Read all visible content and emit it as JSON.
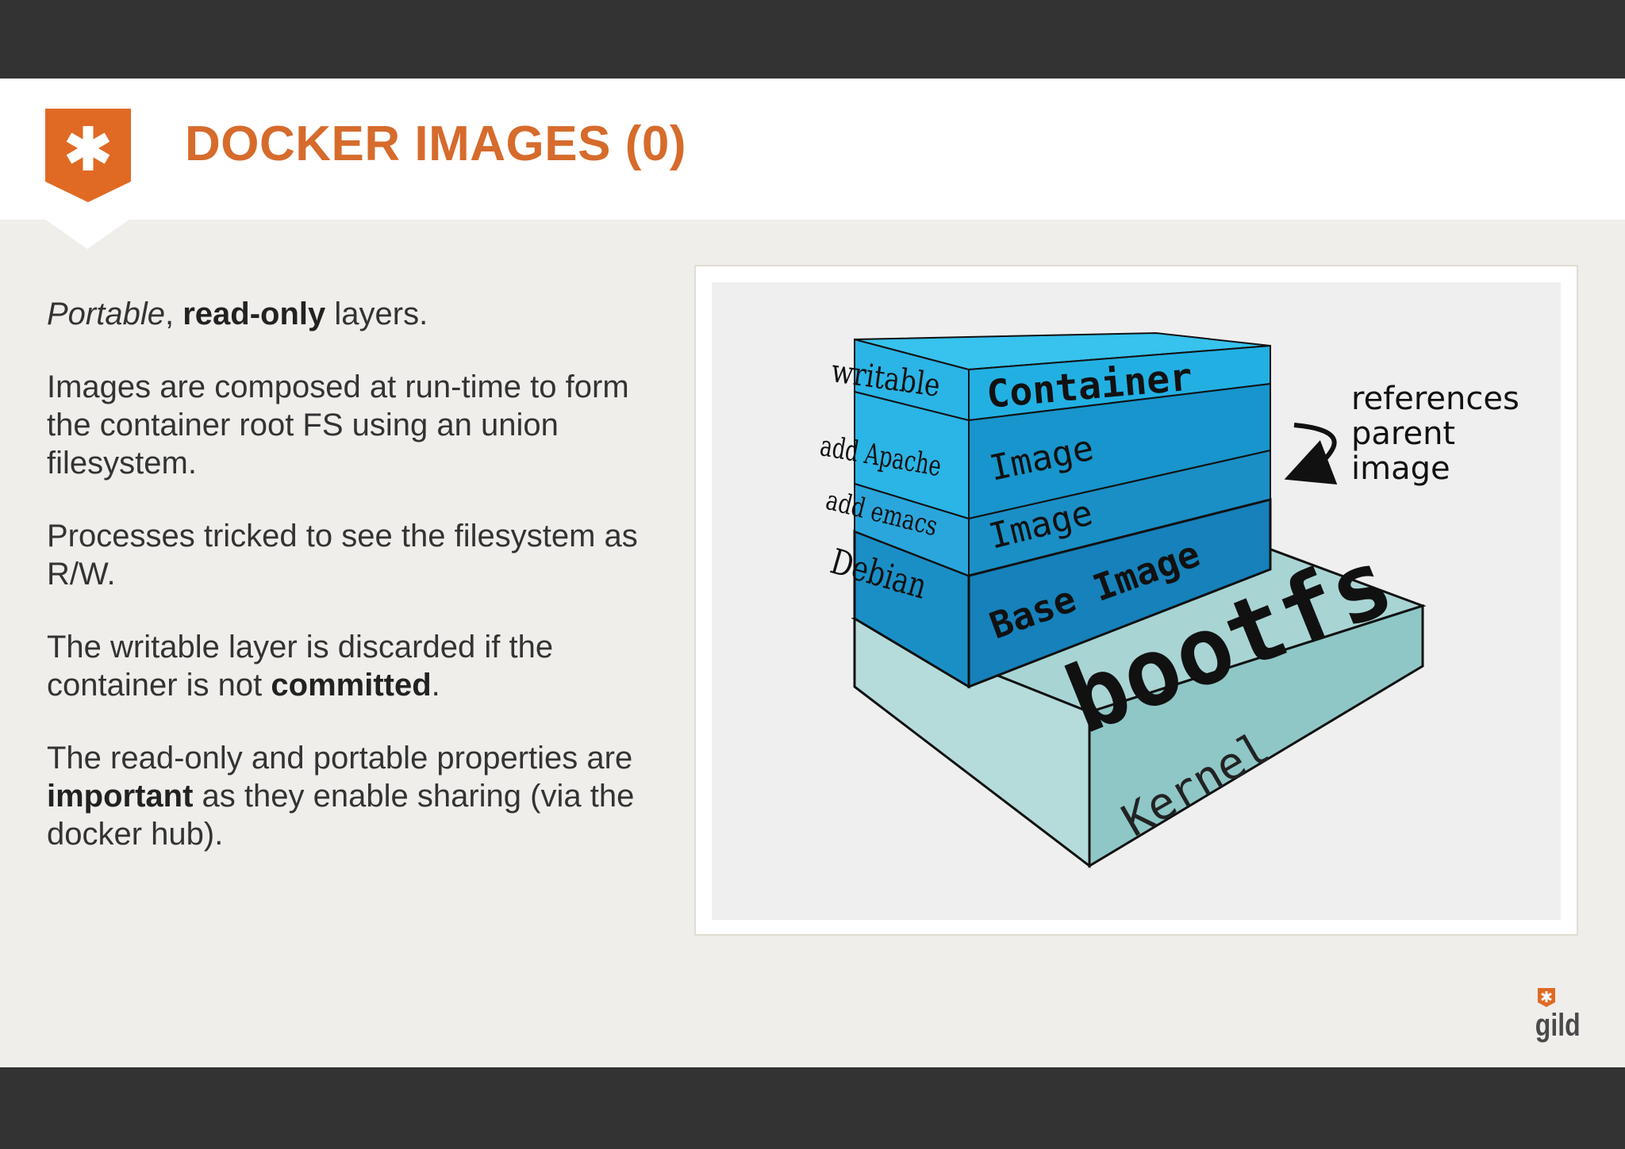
{
  "slide": {
    "title": "DOCKER IMAGES (0)",
    "accent_color": "#d66b2c",
    "bar_color": "#333333"
  },
  "content": {
    "p1": {
      "italic": "Portable",
      "sep": ", ",
      "bold": "read-only",
      "rest": " layers."
    },
    "p2": "Images are composed at run-time to form the container root FS using an union filesystem.",
    "p3": "Processes tricked to see the filesystem as R/W.",
    "p4": {
      "before": "The writable layer is discarded if the container is not ",
      "bold": "committed",
      "after": "."
    },
    "p5": {
      "before": "The read-only and portable properties are ",
      "bold": "important",
      "after": " as they enable sharing (via the docker hub)."
    }
  },
  "diagram": {
    "left_labels": [
      "writable",
      "add Apache",
      "add emacs",
      "Debian"
    ],
    "right_labels": [
      "Container",
      "Image",
      "Image",
      "Base Image"
    ],
    "base_labels": {
      "bootfs": "bootfs",
      "kernel": "Kernel"
    },
    "annotation": [
      "references",
      "parent",
      "image"
    ],
    "colors": {
      "layer_light": "#2bb4e6",
      "layer": "#1a8fc6",
      "base": "#a9d4d4"
    }
  },
  "branding": {
    "logo_text": "gild",
    "logo_icon": "asterisk-shield-icon"
  }
}
